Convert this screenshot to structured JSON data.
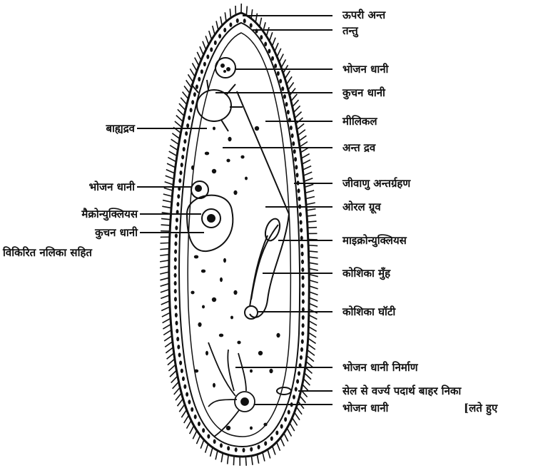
{
  "labels": {
    "upper_end": "ऊपरी अन्त",
    "filament": "तन्तु",
    "food_vacuole_top": "भोजन धानी",
    "contractile_vacuole_top": "कुचन धानी",
    "granule": "मीलिकल",
    "endoplasm": "अन्त द्रव",
    "bacteria_ingestion": "जीवाणु अन्तर्ग्रहण",
    "oral_groove": "ओरल ग्रूव",
    "micronucleus": "माइक्रोन्युक्लियस",
    "cytostome": "कोशिका मुँह",
    "cytopharynx": "कोशिका घॉटी",
    "food_vacuole_formation": "भोजन धानी निर्माण",
    "waste_line1": "सेल से वर्ज्य पदार्थ बाहर निका",
    "food_vacuole_bottom": "भोजन धानी",
    "waste_line2": "[लते हुए",
    "ectoplasm": "बाह्यद्रव",
    "food_vacuole_left": "भोजन धानी",
    "macronucleus": "मैक्रोन्युक्लियस",
    "contractile_vacuole_left": "कुचन धानी",
    "radiating_canals": "विकिरित नलिका सहित"
  }
}
